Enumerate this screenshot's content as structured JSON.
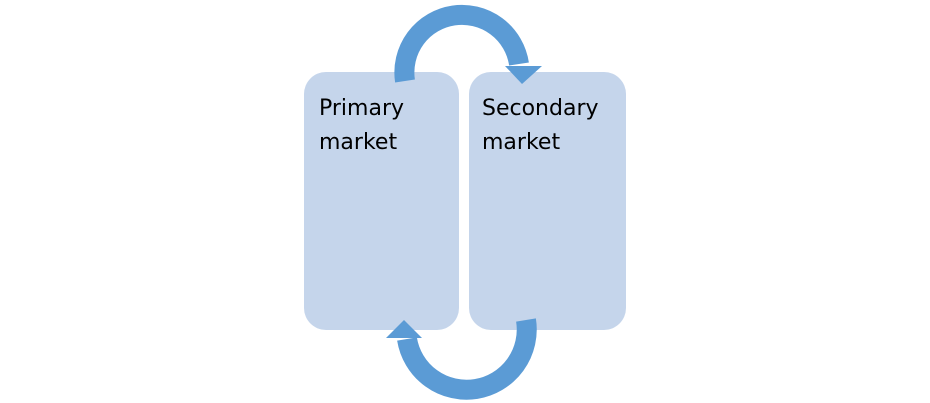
{
  "diagram": {
    "boxes": [
      {
        "label": "Primary\nmarket"
      },
      {
        "label": "Secondary\nmarket"
      }
    ],
    "colors": {
      "box_fill": "#c5d5eb",
      "arrow": "#5b9bd5",
      "background": "#ffffff"
    },
    "arrows": [
      {
        "from": "Primary market",
        "to": "Secondary market",
        "icon": "curved-arrow-top"
      },
      {
        "from": "Secondary market",
        "to": "Primary market",
        "icon": "curved-arrow-bottom"
      }
    ]
  }
}
